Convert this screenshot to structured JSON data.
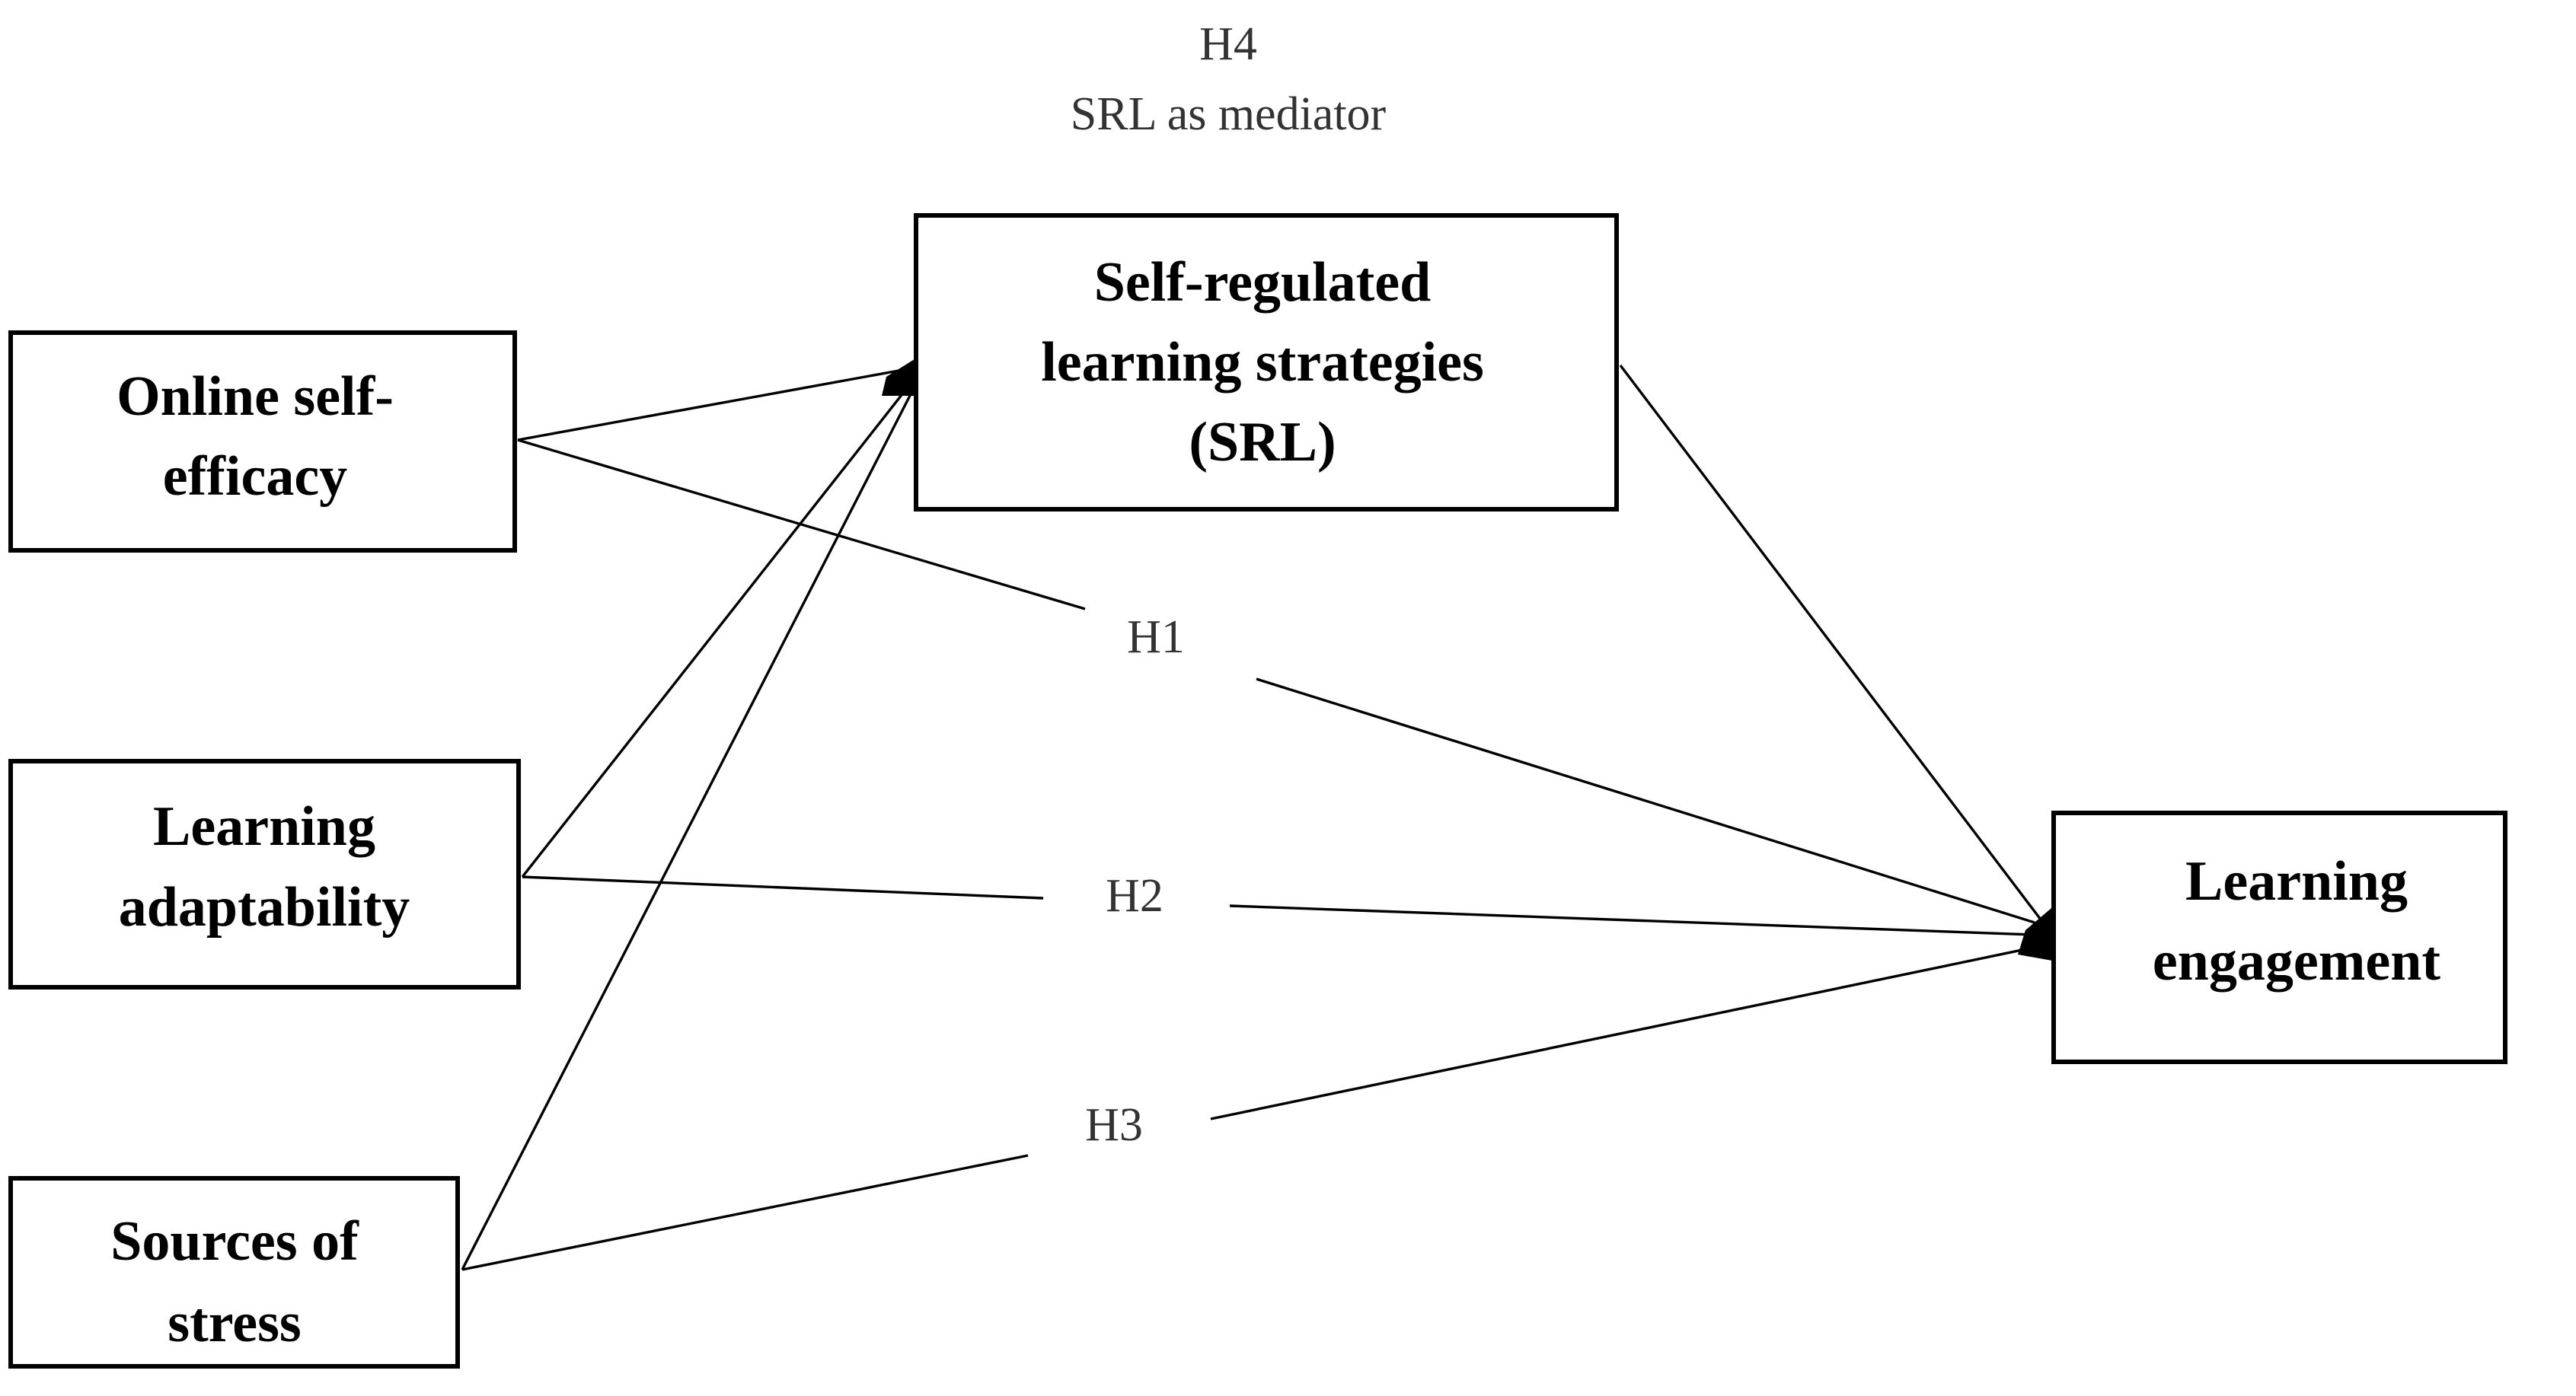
{
  "h4": {
    "label": "H4",
    "caption": "SRL as mediator"
  },
  "nodes": {
    "srl": {
      "lines": [
        "Self-regulated",
        "learning strategies",
        "(SRL)"
      ]
    },
    "online_self_efficacy": {
      "lines": [
        "Online self-",
        "efficacy"
      ]
    },
    "learning_adaptability": {
      "lines": [
        "Learning",
        "adaptability"
      ]
    },
    "sources_of_stress": {
      "lines": [
        "Sources of",
        "stress"
      ]
    },
    "learning_engagement": {
      "lines": [
        "Learning",
        "engagement"
      ]
    }
  },
  "hypotheses": {
    "h1": "H1",
    "h2": "H2",
    "h3": "H3"
  }
}
